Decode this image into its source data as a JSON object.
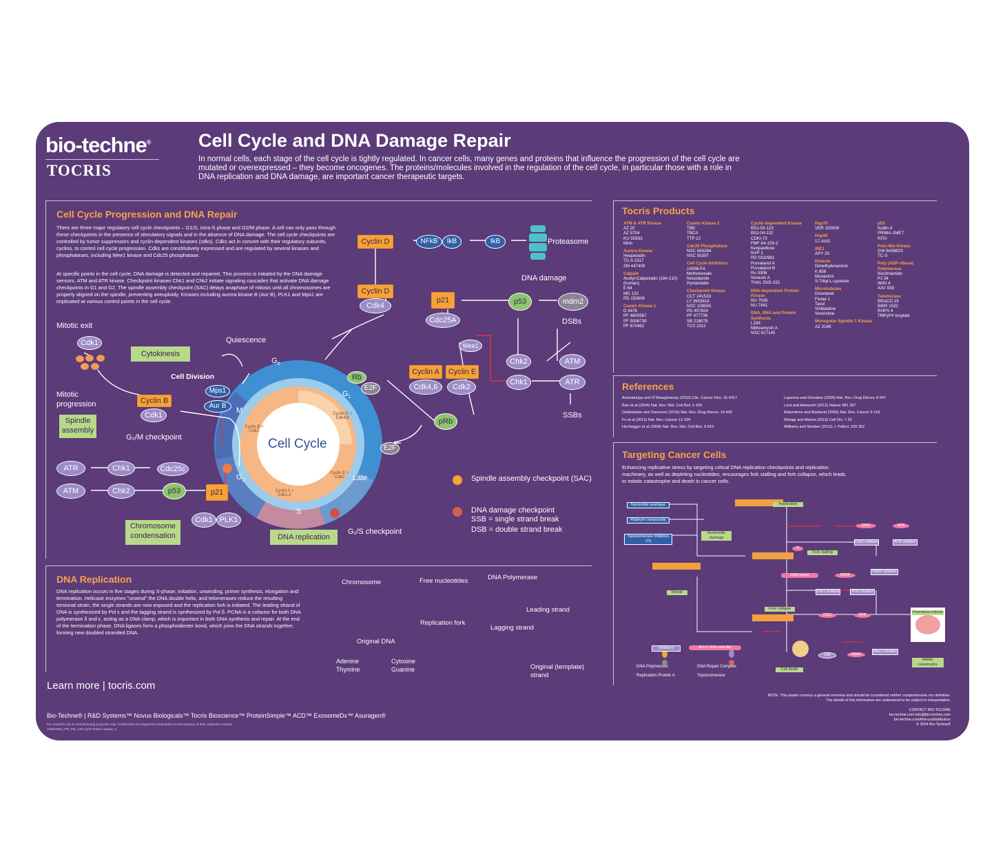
{
  "header": {
    "brand": "bio-techne",
    "brand_reg": "®",
    "sub_brand": "TOCRIS",
    "title": "Cell Cycle and DNA Damage Repair",
    "intro": "In normal cells, each stage of the cell cycle is tightly regulated. In cancer cells, many genes and proteins that influence the progression of the cell cycle are mutated or overexpressed – they become oncogenes. The proteins/molecules involved in the regulation of the cell cycle, in particular those with a role in DNA replication and DNA damage, are important cancer therapeutic targets."
  },
  "progression": {
    "title": "Cell Cycle Progression and DNA Repair",
    "para1": "There are three major regulatory cell cycle checkpoints – G1/S, intra-S phase and G2/M phase. A cell can only pass through these checkpoints in the presence of stimulatory signals and in the absence of DNA damage. The cell cycle checkpoints are controlled by tumor suppressors and cyclin-dependent kinases (cdks). Cdks act in concert with their regulatory subunits, cyclins, to control cell cycle progression. Cdks are constitutively expressed and are regulated by several kinases and phosphatases, including Wee1 kinase and Cdc25 phosphatase.",
    "para2": "At specific points in the cell cycle, DNA damage is detected and repaired. This process is initiated by the DNA damage sensors, ATM and ATR kinase. Checkpoint kinases Chk1 and Chk2 initiate signaling cascades that activate DNA damage checkpoints in G1 and G2. The spindle assembly checkpoint (SAC) delays anaphase of mitosis until all chromosomes are properly aligned on the spindle, preventing aneuploidy. Kinases including aurora kinase B (Aur B), PLK1 and Mps1 are implicated at various control points in the cell cycle.",
    "labels": {
      "mitotic_exit": "Mitotic exit",
      "cdk1": "Cdk1",
      "cytokinesis": "Cytokinesis",
      "quiescence": "Quiescence",
      "g0": "G",
      "g0_sub": "0",
      "cell_division": "Cell Division",
      "mps1": "Mps1",
      "aurb": "Aur B",
      "mitotic_progression": "Mitotic progression",
      "cyclin_b": "Cyclin B",
      "spindle_assembly": "Spindle assembly",
      "g2m_checkpoint": "G₂/M checkpoint",
      "cell_cycle": "Cell Cycle",
      "m": "M",
      "g1": "G",
      "g1_sub": "1",
      "g2": "G",
      "g2_sub": "2",
      "s": "S",
      "late": "Late",
      "cyclin_b_cdk1": "Cyclin B + Cdk1",
      "cyclin_d_cdk46": "Cyclin D + Cdk4,6",
      "cyclin_e_cdk2": "Cyclin E + Cdk2",
      "cyclin_a_cdk12": "Cyclin A + Cdk1,2",
      "atr": "ATR",
      "atm": "ATM",
      "chk1": "Chk1",
      "chk2": "Chk2",
      "cdc25c": "Cdc25c",
      "p53": "p53",
      "p21": "p21",
      "plk1": "PLK1",
      "chromosome_condensation": "Chromosome condensation",
      "dna_replication": "DNA replication",
      "g1s_checkpoint": "G₁/S checkpoint",
      "rb": "Rb",
      "e2f": "E2F",
      "cyclin_d": "Cyclin D",
      "cdk4": "Cdk4",
      "nfkb": "NFkB",
      "ikb": "IkB",
      "proteasome": "Proteasome",
      "dna_damage": "DNA damage",
      "mdm2": "mdm2",
      "dsbs": "DSBs",
      "ssbs": "SSBs",
      "cdc25a": "Cdc25A",
      "wee1": "Wee1",
      "cyclin_a": "Cyclin A",
      "cyclin_e": "Cyclin E",
      "cdk46": "Cdk4,6",
      "cdk2": "Cdk2",
      "prb": "pRb"
    },
    "legend": {
      "sac": "Spindle assembly checkpoint (SAC)",
      "ddc": "DNA damage checkpoint",
      "ssb": "SSB = single strand break",
      "dsb": "DSB = double strand break"
    }
  },
  "replication": {
    "title": "DNA Replication",
    "para": "DNA replication occurs in five stages during S-phase; initiation, unwinding, primer synthesis, elongation and termination. Helicase enzymes \"unwind\" the DNA double helix, and telomerases reduce the resulting torsional strain, the single strands are now exposed and the replication fork is initiated. The leading strand of DNA is synthesized by Pol ε and the lagging strand is synthesized by Pol δ. PCNA is a cofactor for both DNA polymerase δ and ε, acting as a DNA clamp, which is important in both DNA synthesis and repair. At the end of the termination phase, DNA ligases form a phosphodiester bond, which joins the DNA strands together, forming new doubled stranded DNA.",
    "labels": {
      "chromosome": "Chromosome",
      "free_nucleotides": "Free nucleotides",
      "dna_polymerase": "DNA Polymerase",
      "leading_strand": "Leading strand",
      "replication_fork": "Replication fork",
      "lagging_strand": "Lagging strand",
      "original_dna": "Original DNA",
      "original_template": "Original (template) strand"
    },
    "bases": [
      "Adenine",
      "Cytosine",
      "Thymine",
      "Guanine"
    ],
    "base_colors": [
      "#8cc56a",
      "#2fa8e0",
      "#e0343a",
      "#f7a236"
    ]
  },
  "learn_more": "Learn more  |  tocris.com",
  "products": {
    "title": "Tocris Products",
    "columns": [
      [
        {
          "h": "ATM & ATR Kinase",
          "items": [
            "AZ 20",
            "AZ 5704",
            "KU 55933",
            "Mirin"
          ]
        },
        {
          "h": "Aurora Kinase",
          "items": [
            "Hesperadin",
            "TC-A 2317",
            "ZM 447439"
          ]
        },
        {
          "h": "Calpain",
          "items": [
            "Acetyl-Calpastatin (184-210) (human)",
            "E 64",
            "MG 132",
            "PD 150606"
          ]
        },
        {
          "h": "Casein Kinase 1",
          "items": [
            "D 4476",
            "PF 4800567",
            "PF 5006739",
            "PF 670462"
          ]
        }
      ],
      [
        {
          "h": "Casein Kinase 2",
          "items": [
            "TBB",
            "TBCA",
            "TTP 22"
          ]
        },
        {
          "h": "Cdc25 Phosphatase",
          "items": [
            "NSC 663284",
            "NSC 95397"
          ]
        },
        {
          "h": "Cell Cycle Inhibitors",
          "items": [
            "10058-F4",
            "Methotrexate",
            "Nocodazole",
            "Pyridostatin"
          ]
        },
        {
          "h": "Checkpoint Kinase",
          "items": [
            "CCT 241533",
            "LY 2603618",
            "NSC 109555",
            "PD 407824",
            "PF 477736",
            "SB 218078",
            "TCS 2312"
          ]
        }
      ],
      [
        {
          "h": "Cyclin-dependent Kinase",
          "items": [
            "BSJ-03-123",
            "BSJ-04-132",
            "CDKI-73",
            "FMF-04-159-2",
            "Kenpaullone",
            "NVP 2",
            "PD 0332991",
            "Purvalanol A",
            "Purvalanol B",
            "Ro 3306",
            "Senexin A",
            "THAL SNS 032"
          ]
        },
        {
          "h": "DNA-dependent Protein Kinase",
          "items": [
            "NU 7026",
            "NU 7441"
          ]
        },
        {
          "h": "DNA, RNA and Protein Synthesis",
          "items": [
            "L189",
            "Mithramycin A",
            "NSC 617145"
          ]
        }
      ],
      [
        {
          "h": "Hsp70",
          "items": [
            "VER 155008"
          ]
        },
        {
          "h": "Hsp90",
          "items": [
            "17-AAG"
          ]
        },
        {
          "h": "IRE1",
          "items": [
            "APY 29"
          ]
        },
        {
          "h": "Kinesin",
          "items": [
            "Dimethylenastron",
            "K 858",
            "Monastrol",
            "S-Trityl-L-cysteine"
          ]
        },
        {
          "h": "Microtubules",
          "items": [
            "Docetaxel",
            "Flutax 1",
            "Taxol",
            "Vinblastine",
            "Vincristine"
          ]
        },
        {
          "h": "Monopolar Spindle 1 Kinase",
          "items": [
            "AZ 3146"
          ]
        }
      ],
      [
        {
          "h": "p53",
          "items": [
            "Nutlin-3",
            "PRIMA-1MET",
            "RITA"
          ]
        },
        {
          "h": "Polo-like Kinase",
          "items": [
            "GW 843682X",
            "TC-S"
          ]
        },
        {
          "h": "Poly (ADP-ribose) Polymerase",
          "items": [
            "Nicotinamide",
            "PJ 34",
            "WIKI 4",
            "XAV 939"
          ]
        },
        {
          "h": "Telomerase",
          "items": [
            "BRACO 19",
            "BIBR 1532",
            "RHPS 4",
            "TMPyP4 tosylate"
          ]
        }
      ]
    ]
  },
  "references": {
    "title": "References",
    "left": [
      "Amaratunga and O'Shaughnessy (2010) Clin. Cancer Res. 16 4317",
      "Barr et al (2004) Nat. Rev. Mol. Cell Biol. 5 429",
      "Dobbelstein and Sorensen (2015) Nat. Rev. Drug Discov. 14 405",
      "Fu et al (2012) Nat. Rev. Cancer 12 104",
      "Hochegger et al (2008) Nat. Rev. Mol. Cell Biol. 9 910"
    ],
    "right": [
      "Lapenna and Giordano (2009) Nat. Rev. Drug Discov. 8 547",
      "Lord and Ashworth (2012) Nature 481 287",
      "Malumbres and Barbacid (2009) Nat. Rev. Cancer 9 153",
      "Reitagi and Mishra (2013) Cell Div. 7 25",
      "Williams and Stoeber (2012) J. Pathol. 226 352"
    ]
  },
  "targeting": {
    "title": "Targeting Cancer Cells",
    "para": "Enhancing replicative stress by targeting critical DNA replication checkpoints and replication machinery, as well as depleting nucleotides, encourages fork stalling and fork collapse, which leads to mitotic catastrophe and death in cancer cells.",
    "boxes": {
      "nucleotide_analogue": "Nucleotide analogue",
      "platinum": "Platinum compounds",
      "topo": "Topoisomerase inhibitors (TI)",
      "replication": "Replication",
      "nucleotide_shortage": "Nucleotide shortage",
      "ti": "TI",
      "fork_stalling": "Fork stalling",
      "dna_repair": "DNA repair",
      "parp": "PARP",
      "parp_inhibitor": "PARP inhibitor",
      "repair": "Repair",
      "fork_collapse": "Fork collapse",
      "chk1": "Chk1",
      "chk1_inhibitor": "Chk1 inhibitor",
      "atr": "ATR",
      "atr_inhibitor": "ATR inhibitor",
      "premature_mitosis": "Premature mitosis",
      "inhibitors": "Inhibitors",
      "bcl2": "Bcl-2, IKKs and Akt",
      "cdk": "Cdk",
      "wee1": "Wee1",
      "wee1_inhibitor": "Wee1 inhibitor",
      "mitotic_catastrophe": "Mitotic catastrophe",
      "cell_death": "Cell death"
    },
    "legend": [
      "DNA Polymerase",
      "DNA Repair Complex",
      "Replication Protein A",
      "Topoisomerase"
    ]
  },
  "note": "NOTE: This poster conveys a general overview and should be considered neither comprehensive nor definitive. The details of this information are understood to be subject to interpretation.",
  "contact": [
    "CONTACT BIO-TECHNE",
    "bio-techne.com  info@bio-techne.com",
    "bio-techne.com/find-us/distributors",
    "© 2024 Bio-Techne®"
  ],
  "footer": {
    "brands": "Bio-Techne®  |  R&D Systems™  Novus Biologicals™  Tocris Bioscience™  ProteinSimple™  ACD™  ExosomeDx™  Asuragen®",
    "fine1": "For research use or manufacturing purposes only. Trademarks and registered trademarks are the property of their respective owners.",
    "fine2": "120082604_PR_PW_Cell Cycle Poster Update_4"
  },
  "colors": {
    "background": "#5b3b78",
    "accent": "#f7a34a",
    "orange_node": "#f7a236",
    "lavender_node": "#9c8cc6",
    "blue_node": "#2f5fa8",
    "green_node": "#8cc56a",
    "green_box": "#b8d98a",
    "inhibit": "#e0343a"
  }
}
